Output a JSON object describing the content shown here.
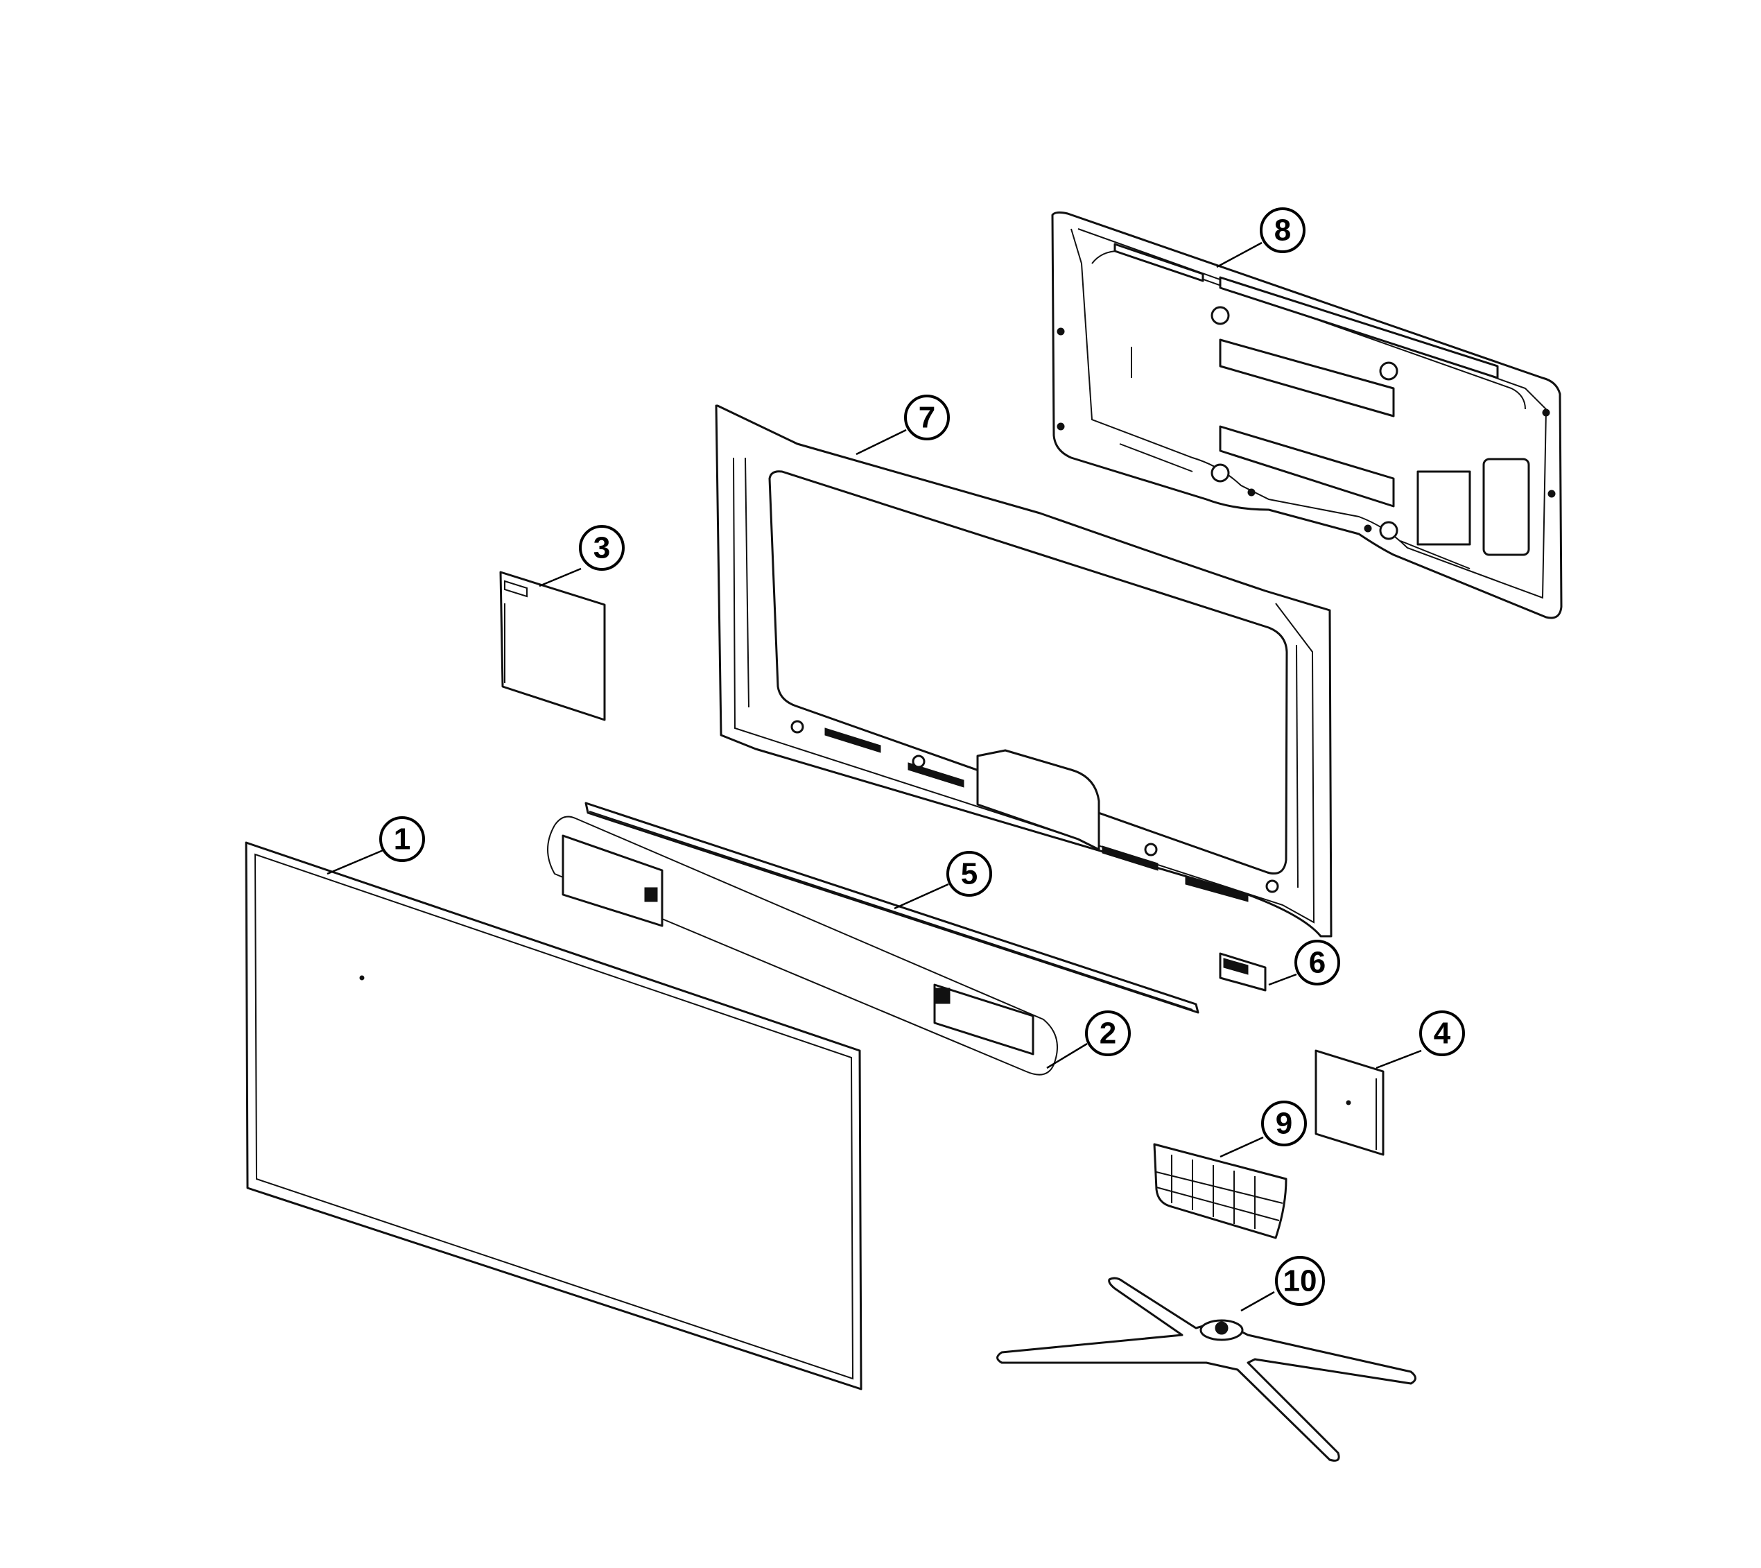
{
  "diagram": {
    "callouts": [
      {
        "id": "callout-1",
        "number": "1"
      },
      {
        "id": "callout-2",
        "number": "2"
      },
      {
        "id": "callout-3",
        "number": "3"
      },
      {
        "id": "callout-4",
        "number": "4"
      },
      {
        "id": "callout-5",
        "number": "5"
      },
      {
        "id": "callout-6",
        "number": "6"
      },
      {
        "id": "callout-7",
        "number": "7"
      },
      {
        "id": "callout-8",
        "number": "8"
      },
      {
        "id": "callout-9",
        "number": "9"
      },
      {
        "id": "callout-10",
        "number": "10"
      }
    ]
  }
}
